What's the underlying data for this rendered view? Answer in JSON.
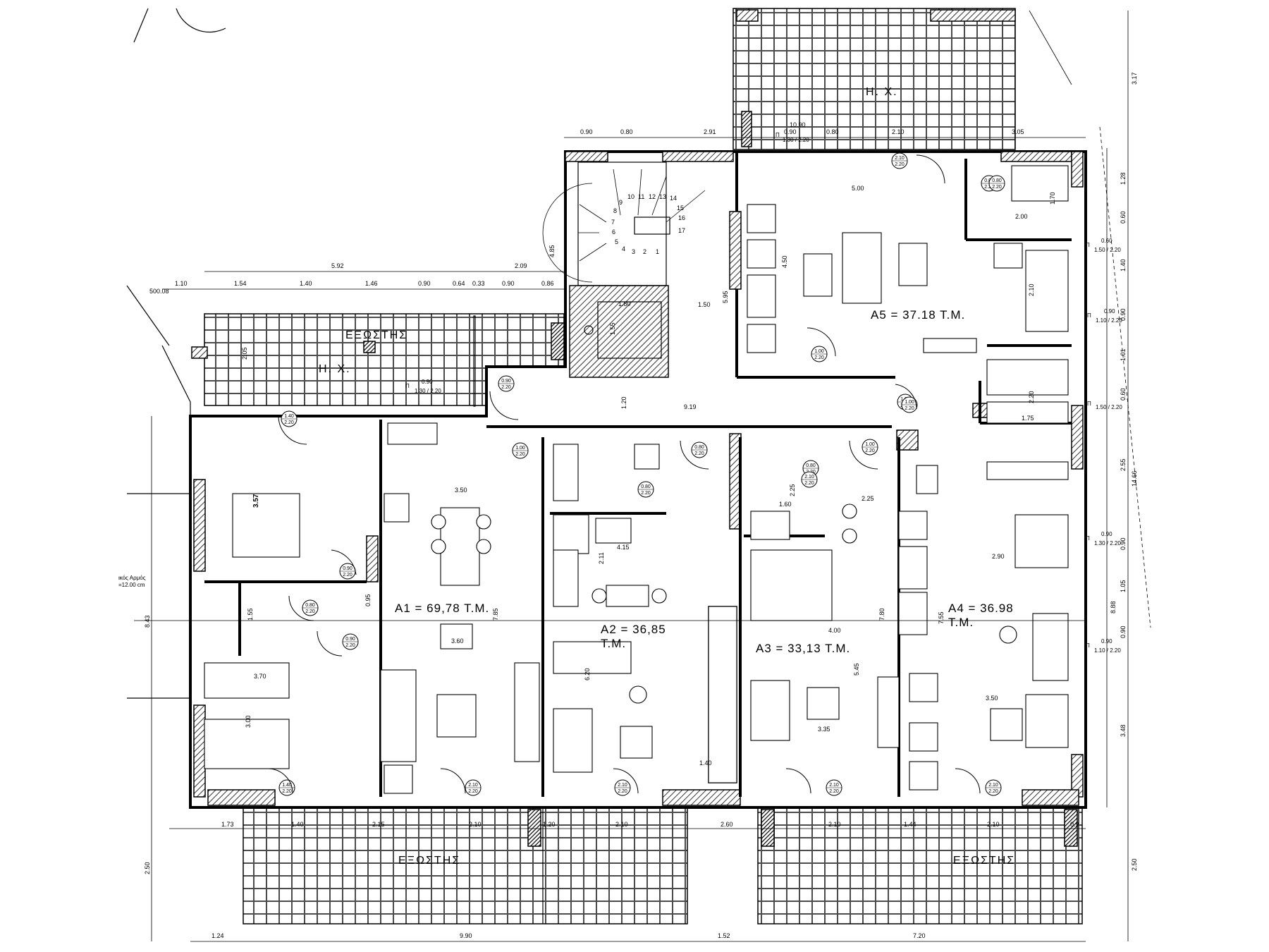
{
  "labels": {
    "a1": "A1  =  69,78  T.M.",
    "a2_line1": "A2  =  36,85",
    "a2_line2": "T.M.",
    "a3": "A3  =  33,13  T.M.",
    "a4_line1": "A4  =  36.98",
    "a4_line2": "T.M.",
    "a5": "A5  =  37.18  T.M.",
    "balcony_top": "ΕΞΩΣΤΗΣ",
    "balcony_bl": "ΕΞΩΣΤΗΣ",
    "balcony_br": "ΕΞΩΣΤΗΣ",
    "hx_top": "Η. Χ.",
    "hx_left": "Η. Χ.",
    "side_note_1": "ικός Αρμός",
    "side_note_2": "=12.00 cm"
  },
  "tags": [
    {
      "top": "2.10",
      "bot": "2.20"
    },
    {
      "top": "0.80",
      "bot": "2.20"
    },
    {
      "top": "1.00",
      "bot": "2.20"
    },
    {
      "top": "0.90",
      "bot": "2.20"
    },
    {
      "top": "1.00",
      "bot": "2.20"
    },
    {
      "top": "1.40",
      "bot": "2.20"
    },
    {
      "top": "1.00",
      "bot": "2.20"
    },
    {
      "top": "0.80",
      "bot": "2.20"
    },
    {
      "top": "1.00",
      "bot": "2.20"
    },
    {
      "top": "1.00",
      "bot": "2.20"
    },
    {
      "top": "0.80",
      "bot": "2.20"
    },
    {
      "top": "0.80",
      "bot": "2.20"
    },
    {
      "top": "0.90",
      "bot": "2.20"
    },
    {
      "top": "0.80",
      "bot": "2.20"
    },
    {
      "top": "0.90",
      "bot": "2.20"
    },
    {
      "top": "1.40",
      "bot": "2.20"
    },
    {
      "top": "2.10",
      "bot": "2.20"
    },
    {
      "top": "2.10",
      "bot": "2.20"
    },
    {
      "top": "2.10",
      "bot": "2.20"
    },
    {
      "top": "2.10",
      "bot": "2.20"
    },
    {
      "top": "2.10",
      "bot": "2.20"
    },
    {
      "top": "0.80",
      "bot": "2.20"
    }
  ],
  "dims_top": [
    "0.90",
    "0.80",
    "2.91",
    "0.90",
    "0.80",
    "2.10",
    "3.05",
    "10.90"
  ],
  "dims_row1": [
    "5.92",
    "2.09",
    "4.85"
  ],
  "dims_row2": [
    "1.10",
    "1.54",
    "1.40",
    "1.46",
    "0.90",
    "0.64",
    "0.33",
    "0.90",
    "0.86"
  ],
  "dims_bottom": [
    "1.73",
    "1.40",
    "2.15",
    "2.10",
    "1.20",
    "2.10",
    "2.60",
    "2.10",
    "1.44",
    "2.10",
    "0.9"
  ],
  "dims_base": [
    "1.24",
    "9.90",
    "1.52",
    "7.20"
  ],
  "dims_right": [
    "3.17",
    "1.28",
    "0.60",
    "1.40",
    "0.90",
    "1.01",
    "0.60",
    "2.55",
    "14.66",
    "0.90",
    "1.05",
    "8.88",
    "0.90",
    "3.48",
    "2.50"
  ],
  "dims_left": [
    "8.43",
    "2.50",
    "500.08"
  ],
  "dims_interior": [
    "5.00",
    "4.50",
    "2.00",
    "1.70",
    "2.10",
    "1.80",
    "1.50",
    "1.55",
    "5.95",
    "9.19",
    "1.20",
    "2.05",
    "3.50",
    "3.57",
    "1.55",
    "0.95",
    "3.60",
    "3.70",
    "3.00",
    "7.85",
    "4.15",
    "2.11",
    "6.20",
    "1.40",
    "2.25",
    "1.60",
    "2.25",
    "4.00",
    "7.80",
    "5.45",
    "3.35",
    "2.90",
    "7.55",
    "3.50",
    "1.75",
    "2.20"
  ],
  "windows": [
    "1.30 / 2.20",
    "1.50 / 2.20",
    "1.10 / 2.20",
    "1.50 / 2.20",
    "1.30 / 2.20",
    "1.10 / 2.20",
    "1.30 / 2.20"
  ],
  "window_marks": [
    "Π",
    "Π",
    "Π",
    "Π",
    "Π",
    "Π",
    "Π"
  ],
  "window_tops": [
    "0.90",
    "0.60",
    "0.90",
    "0.60",
    "0.90",
    "0.90",
    "0.90"
  ],
  "stair_numbers": [
    "1",
    "2",
    "3",
    "4",
    "5",
    "6",
    "7",
    "8",
    "9",
    "10",
    "11",
    "12",
    "13",
    "14",
    "15",
    "16",
    "17"
  ]
}
